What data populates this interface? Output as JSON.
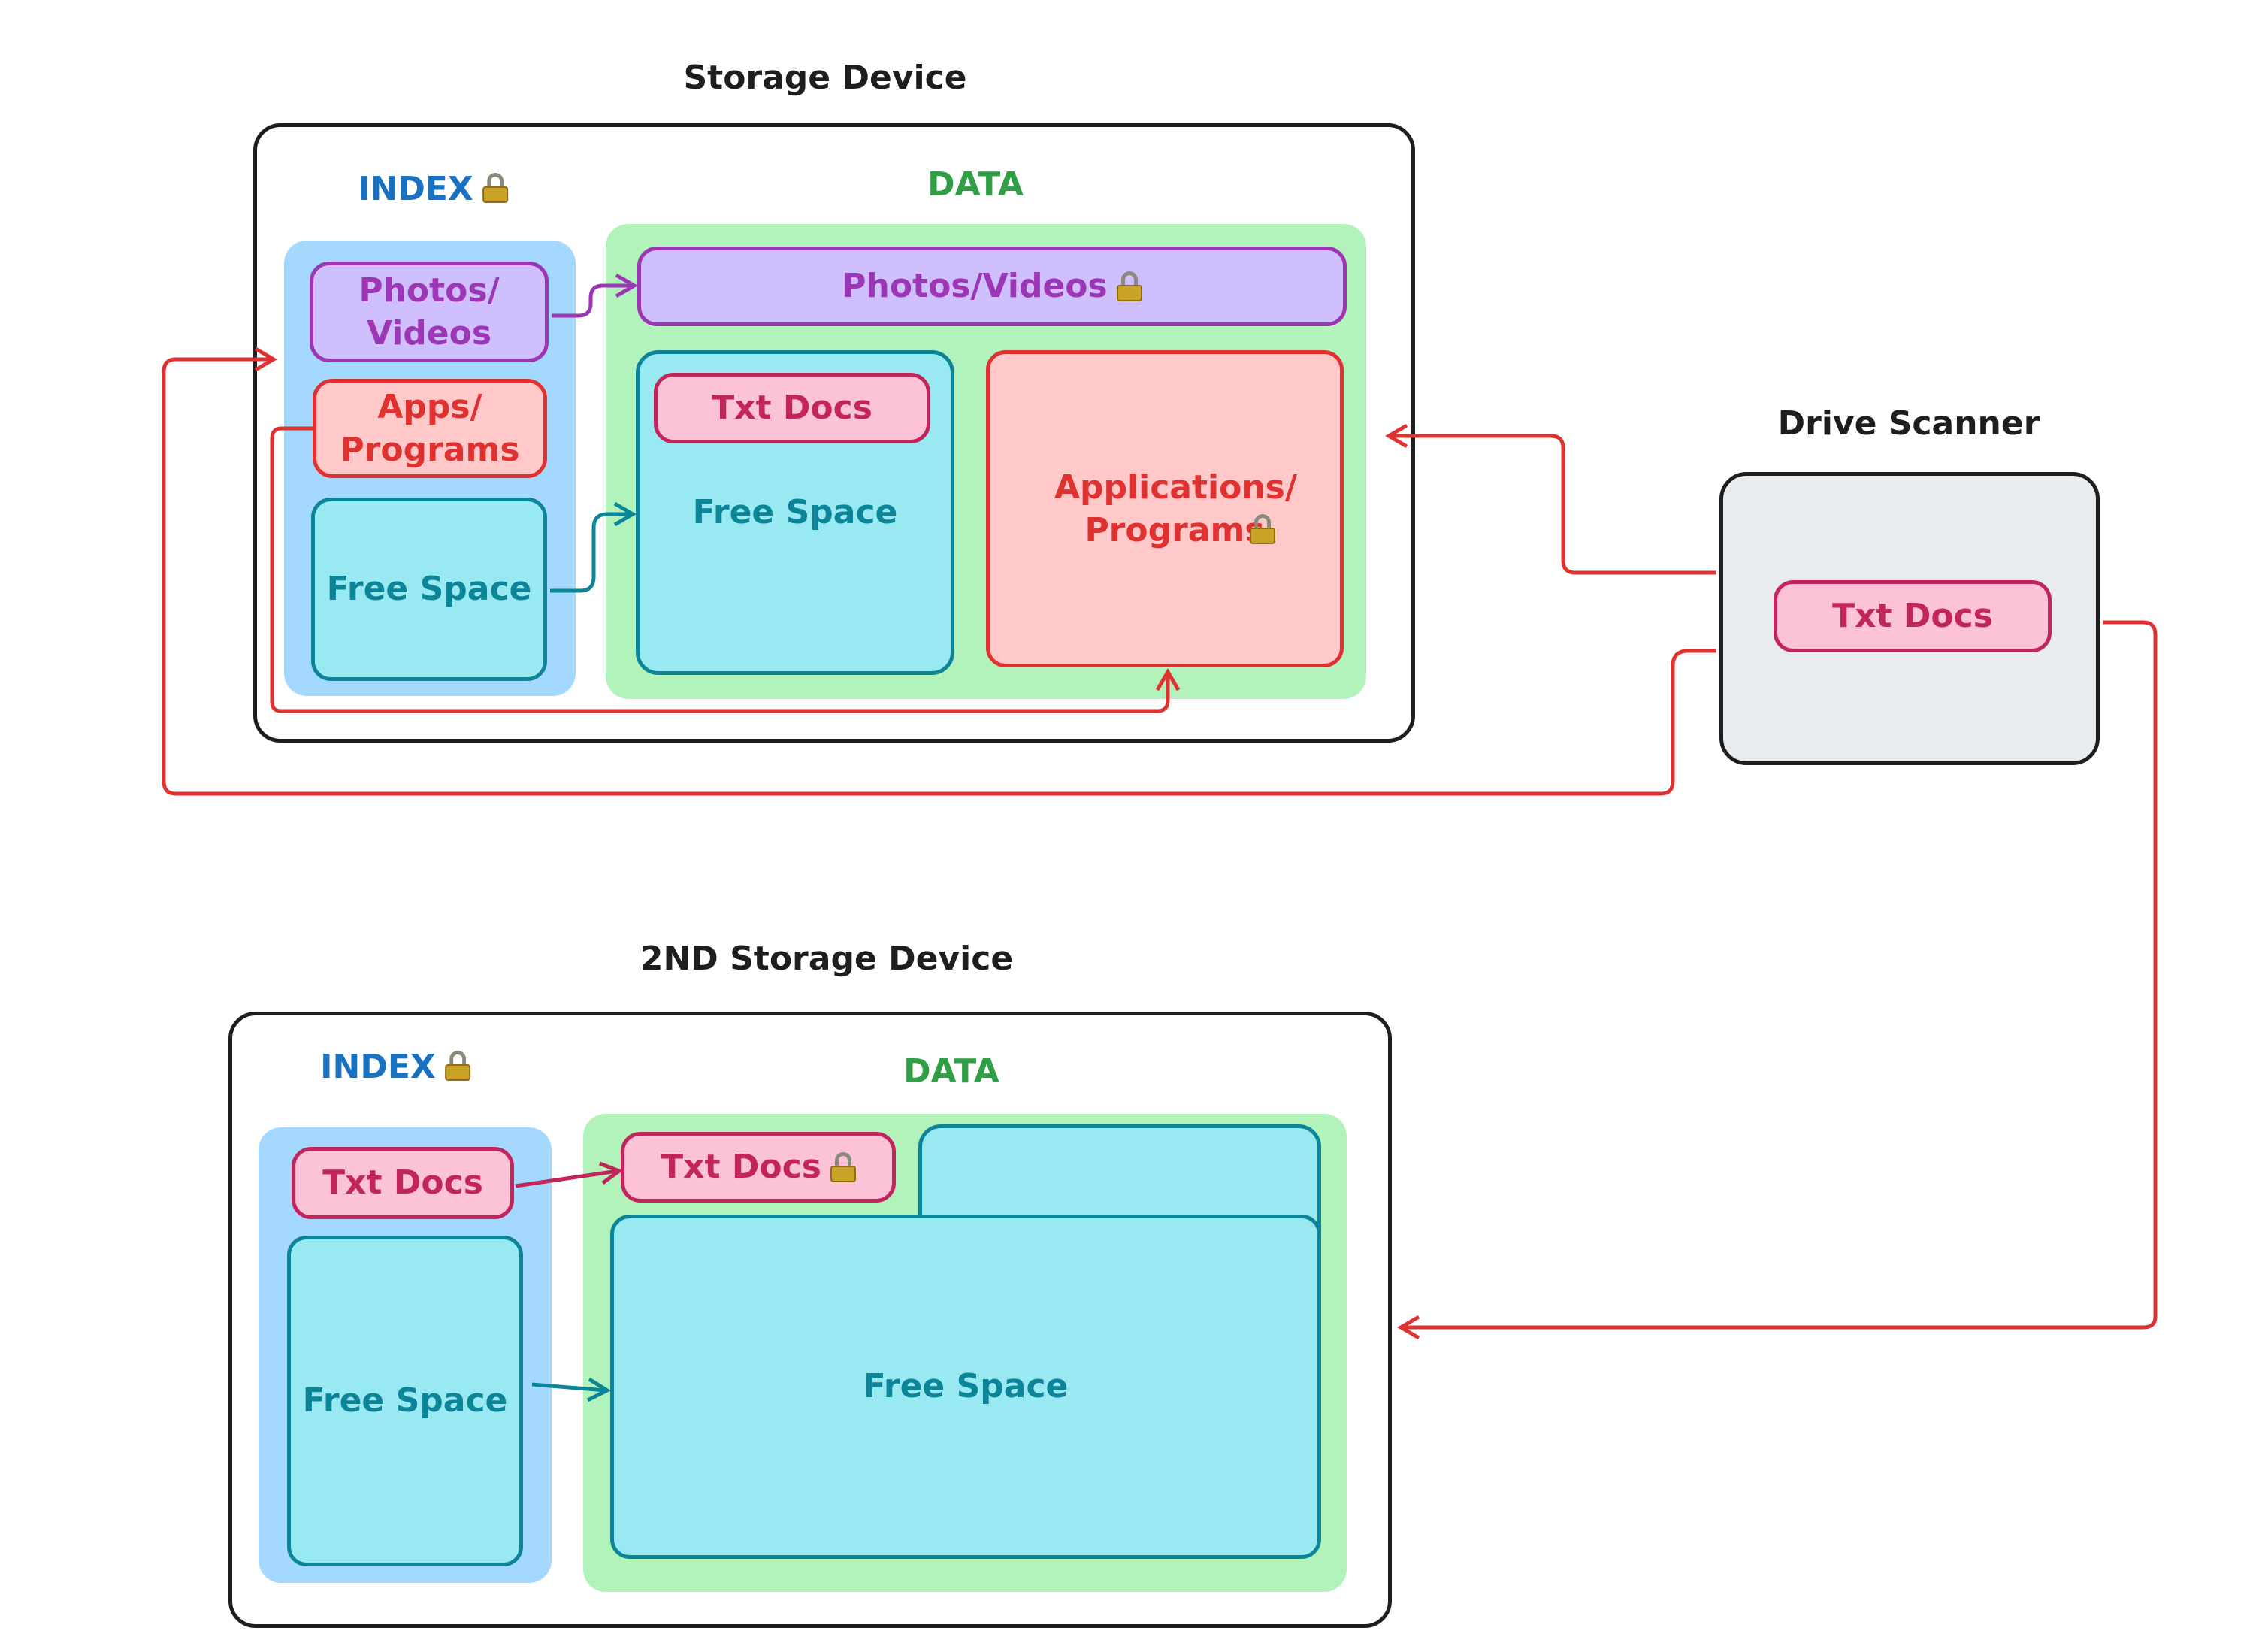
{
  "device1": {
    "title": "Storage Device",
    "index_label": "INDEX",
    "data_label": "DATA",
    "index_items": {
      "photos": "Photos/ Videos",
      "apps": "Apps/ Programs",
      "free": "Free Space"
    },
    "data_items": {
      "photos": "Photos/Videos",
      "txt": "Txt Docs",
      "free": "Free Space",
      "apps": "Applications/ Programs"
    }
  },
  "scanner": {
    "title": "Drive Scanner",
    "txt": "Txt Docs"
  },
  "device2": {
    "title": "2ND Storage Device",
    "index_label": "INDEX",
    "data_label": "DATA",
    "index_items": {
      "txt": "Txt Docs",
      "free": "Free Space"
    },
    "data_items": {
      "txt": "Txt Docs",
      "free": "Free Space"
    }
  },
  "colors": {
    "index": "#1971c2",
    "data": "#2f9e44",
    "purple": "#9c36b5",
    "red": "#e03131",
    "cyan": "#0c8599",
    "pink": "#c2255c"
  },
  "icons": [
    "lock-icon"
  ]
}
